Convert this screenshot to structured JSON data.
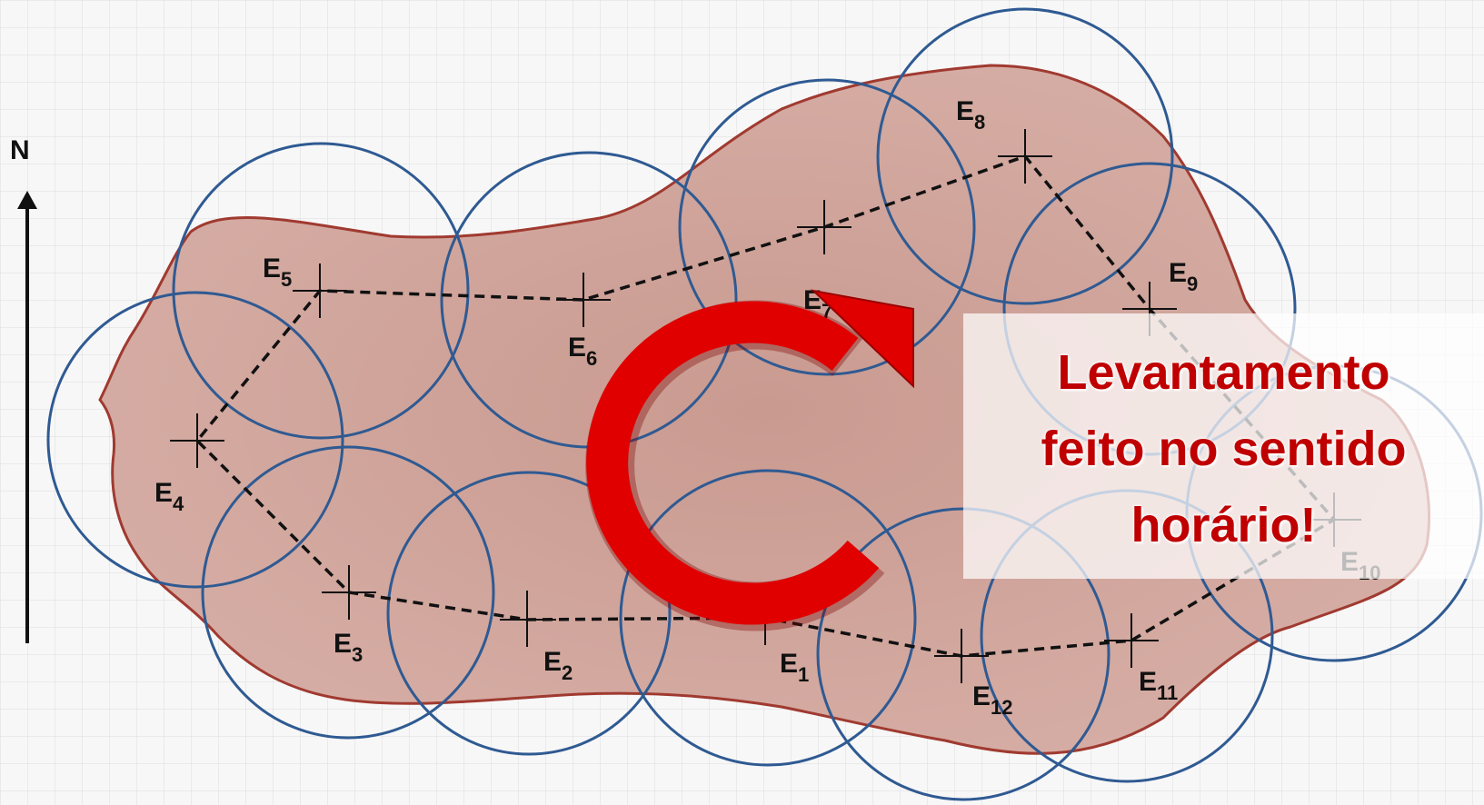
{
  "north_label": "N",
  "stations": [
    {
      "name": "E",
      "sub": "1"
    },
    {
      "name": "E",
      "sub": "2"
    },
    {
      "name": "E",
      "sub": "3"
    },
    {
      "name": "E",
      "sub": "4"
    },
    {
      "name": "E",
      "sub": "5"
    },
    {
      "name": "E",
      "sub": "6"
    },
    {
      "name": "E",
      "sub": "7"
    },
    {
      "name": "E",
      "sub": "8"
    },
    {
      "name": "E",
      "sub": "9"
    },
    {
      "name": "E",
      "sub": "10"
    },
    {
      "name": "E",
      "sub": "11"
    },
    {
      "name": "E",
      "sub": "12"
    }
  ],
  "caption": {
    "line1": "Levantamento",
    "line2": "feito no sentido",
    "line3": "horário!"
  },
  "colors": {
    "area_fill": "#c99a90",
    "area_stroke": "#a03a30",
    "circle_stroke": "#2f5a92",
    "arrow": "#e00000",
    "caption_text": "#c00000"
  }
}
